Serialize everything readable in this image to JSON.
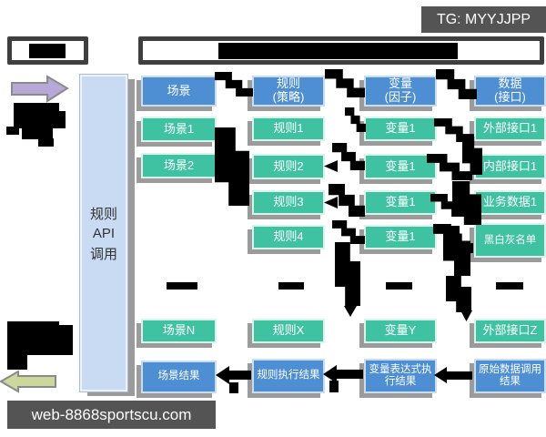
{
  "badges": {
    "tg": "TG: MYYJJPP",
    "site": "web-8868sportscu.com"
  },
  "api_panel": {
    "lines": [
      "规则",
      "API",
      "调用"
    ]
  },
  "columns": [
    {
      "header_lines": [
        "场景"
      ],
      "rows": [
        "场景1",
        "场景2",
        "场景N"
      ],
      "result": "场景结果"
    },
    {
      "header_lines": [
        "规则",
        "(策略)"
      ],
      "rows": [
        "规则1",
        "规则2",
        "规则3",
        "规则4",
        "规则X"
      ],
      "result": "规则执行结果"
    },
    {
      "header_lines": [
        "变量",
        "(因子)"
      ],
      "rows": [
        "变量1",
        "变量1",
        "变量1",
        "变量1",
        "变量Y"
      ],
      "result": "变量表达式执行结果"
    },
    {
      "header_lines": [
        "数据",
        "(接口)"
      ],
      "rows": [
        "外部接口1",
        "内部接口1",
        "业务数据1",
        "黑白灰名单",
        "外部接口Z"
      ],
      "result": "原始数据调用结果"
    }
  ],
  "colors": {
    "header_blue": "#4e8ed3",
    "item_teal": "#3fc2a2",
    "panel_blue": "#c8dbf2",
    "badge_gray": "#545454",
    "shadow_gray": "#9b9b9b",
    "arrow_purple": "#b7a8d8",
    "arrow_green": "#ccd89b",
    "redaction_black": "#000000"
  }
}
